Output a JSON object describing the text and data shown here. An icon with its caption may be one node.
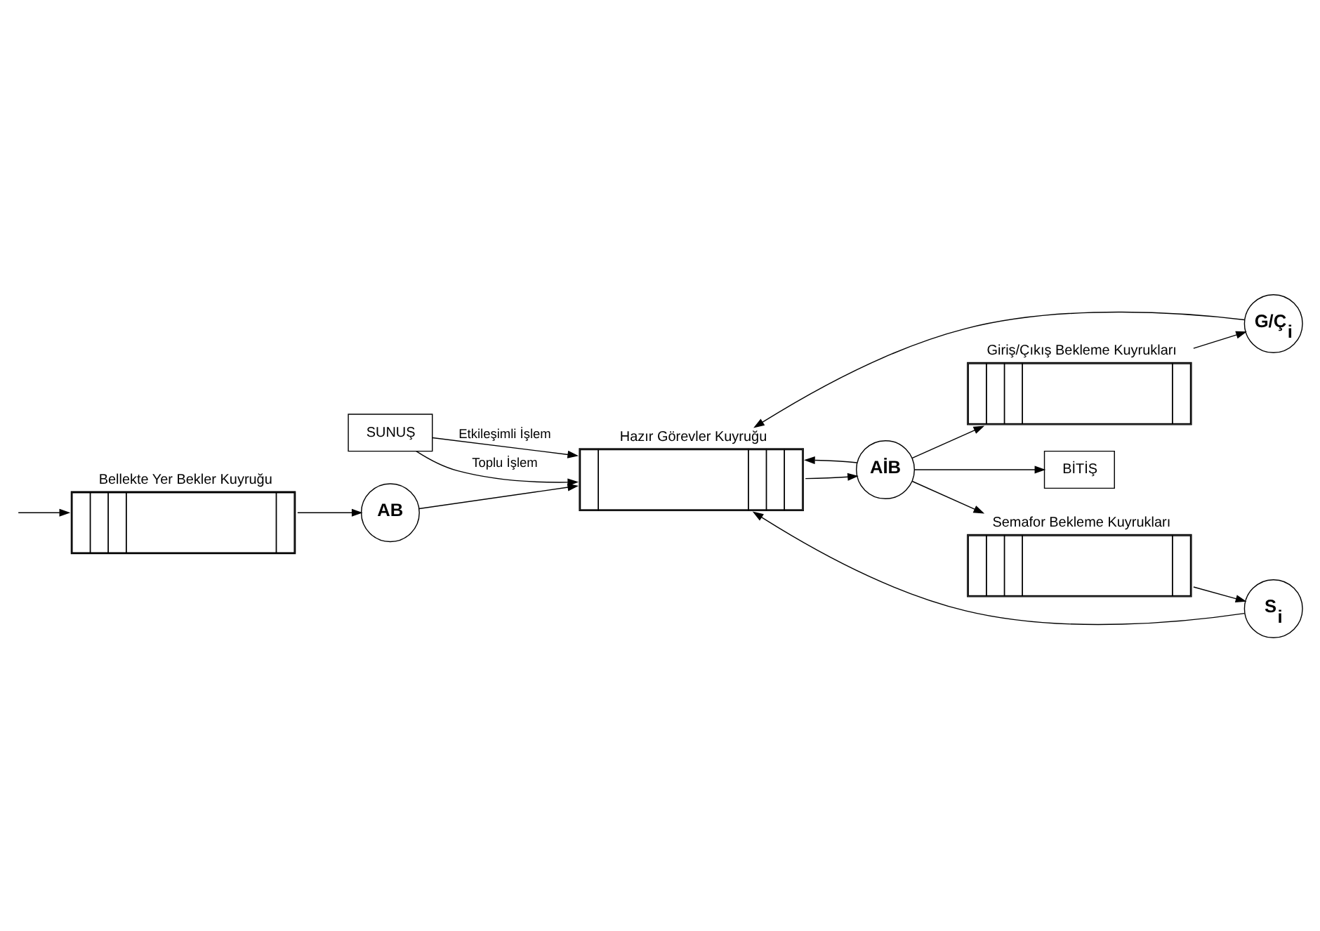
{
  "diagram": {
    "nodes": [
      {
        "text": [
          "SUNUŞ"
        ]
      },
      {
        "text": [
          "AB"
        ]
      },
      {
        "text": [
          "Bellekte Yer Bekler Kuyruğu"
        ]
      },
      {
        "text": [
          "BİTİŞ"
        ]
      },
      {
        "text": [
          "Hazır Görevler Kuyruğu"
        ]
      },
      {
        "text": [
          "AİB"
        ]
      },
      {
        "text": [
          "Giriş/Çıkış Bekleme Kuyrukları"
        ]
      },
      {
        "text": [
          "G/Ç$_{i}$"
        ]
      },
      {
        "text": [
          "Semafor Bekleme Kuyrukları"
        ]
      },
      {
        "text": [
          "S$_{i}$"
        ]
      }
    ],
    "edges": [
      {
        "from": null,
        "to": 2,
        "arrow": "to"
      },
      {
        "from": 2,
        "to": 1,
        "arrow": "to"
      },
      {
        "from": 1,
        "to": 4,
        "arrow": "to"
      },
      {
        "from": 0,
        "to": 4,
        "arrow": "to",
        "label": "Toplu İşlem"
      },
      {
        "from": 0,
        "to": 4,
        "arrow": "to",
        "label": "Etkileşimli İşlem"
      },
      {
        "from": 4,
        "to": 5,
        "arrow": "to"
      },
      {
        "from": 5,
        "to": 3,
        "arrow": "to"
      },
      {
        "from": 5,
        "to": 4,
        "arrow": "to"
      },
      {
        "from": 5,
        "to": 6,
        "arrow": "to"
      },
      {
        "from": 5,
        "to": 8,
        "arrow": "to"
      },
      {
        "from": 6,
        "to": 7,
        "arrow": "to"
      },
      {
        "from": 8,
        "to": 9,
        "arrow": "to"
      },
      {
        "from": 7,
        "to": 4,
        "arrow": "to"
      },
      {
        "from": 9,
        "to": 4,
        "arrow": "to"
      }
    ]
  }
}
